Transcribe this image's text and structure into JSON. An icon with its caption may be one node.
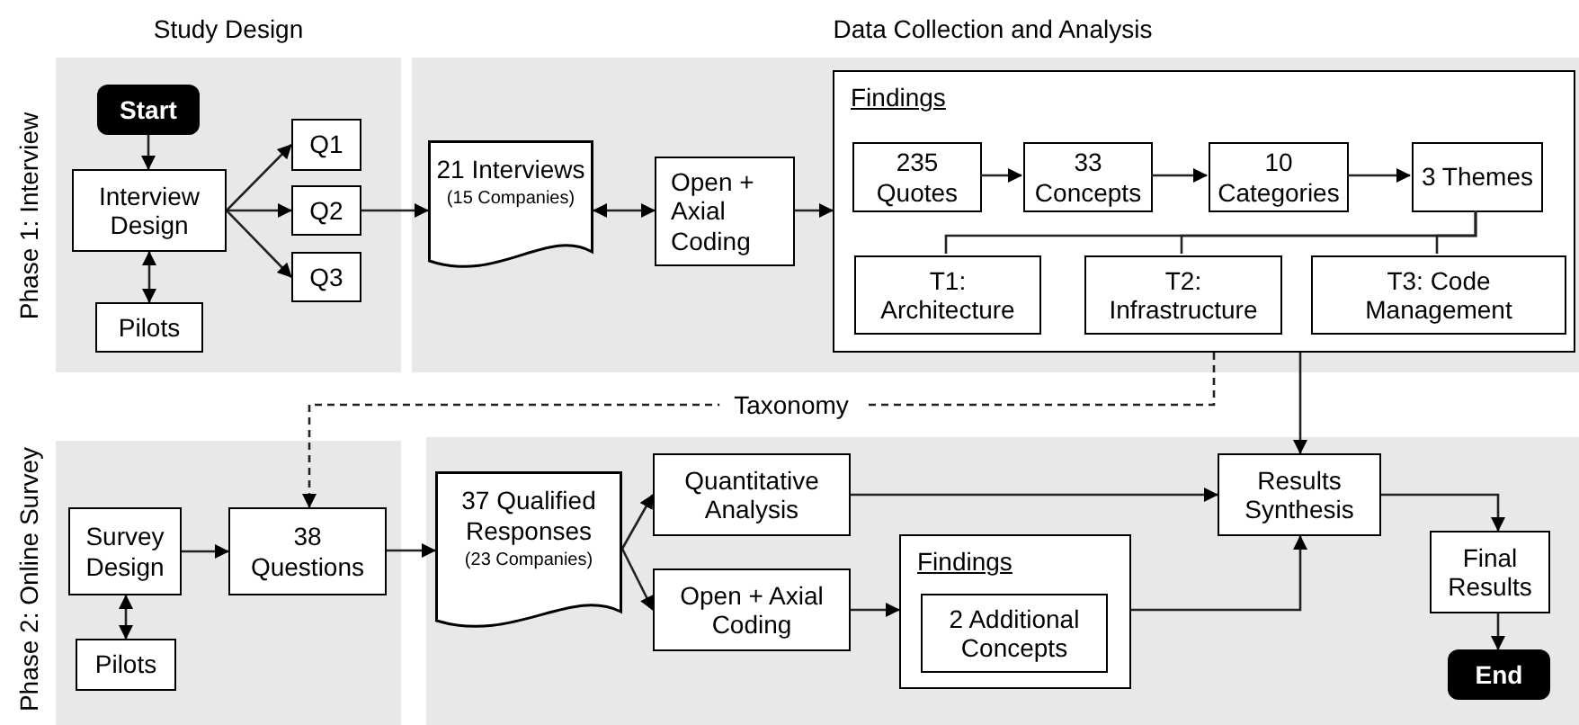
{
  "diagram": {
    "nodes": [
      {
        "text": [],
        "shape": "band"
      },
      {
        "text": [],
        "shape": "band"
      },
      {
        "text": [],
        "shape": "band"
      },
      {
        "text": [],
        "shape": "band"
      },
      {
        "text": [
          "Start"
        ],
        "in": 0
      },
      {
        "text": [
          "Interview Design"
        ],
        "in": 0
      },
      {
        "text": [
          "Pilots"
        ],
        "in": 0
      },
      {
        "text": [
          "Q1"
        ],
        "in": 0
      },
      {
        "text": [
          "Q2"
        ],
        "in": 0
      },
      {
        "text": [
          "Q3"
        ],
        "in": 0
      },
      {
        "text": [
          "21 Interviews",
          "(15 Companies)"
        ],
        "in": 1
      },
      {
        "text": [
          "Open + Axial Coding"
        ],
        "in": 1
      },
      {
        "text": [
          "Findings"
        ],
        "in": 1
      },
      {
        "text": [
          "235 Quotes"
        ],
        "in": 12
      },
      {
        "text": [
          "33 Concepts"
        ],
        "in": 12
      },
      {
        "text": [
          "10 Categories"
        ],
        "in": 12
      },
      {
        "text": [
          "3 Themes"
        ],
        "in": 12
      },
      {
        "text": [
          "T1: Architecture"
        ],
        "in": 12
      },
      {
        "text": [
          "T2: Infrastructure"
        ],
        "in": 12
      },
      {
        "text": [
          "T3: Code Management"
        ],
        "in": 12
      },
      {
        "text": [
          "Survey Design"
        ],
        "in": 2
      },
      {
        "text": [
          "Pilots"
        ],
        "in": 2
      },
      {
        "text": [
          "38 Questions"
        ],
        "in": 2
      },
      {
        "text": [
          "37 Qualified Responses",
          "(23 Companies)"
        ],
        "in": 3
      },
      {
        "text": [
          "Quantitative Analysis"
        ],
        "in": 3
      },
      {
        "text": [
          "Open + Axial Coding"
        ],
        "in": 3
      },
      {
        "text": [
          "Findings"
        ],
        "in": 3
      },
      {
        "text": [
          "2 Additional Concepts"
        ],
        "in": 26
      },
      {
        "text": [
          "Results Synthesis"
        ],
        "in": 3
      },
      {
        "text": [
          "Final Results"
        ],
        "in": 3
      },
      {
        "text": [
          "End"
        ],
        "in": 3
      }
    ],
    "edges": [
      {
        "from": 4,
        "to": 5,
        "arrow": "to"
      },
      {
        "from": 5,
        "to": 6,
        "arrow": "both"
      },
      {
        "from": 5,
        "to": 7,
        "arrow": "to"
      },
      {
        "from": 5,
        "to": 8,
        "arrow": "to"
      },
      {
        "from": 5,
        "to": 9,
        "arrow": "to"
      },
      {
        "from": 8,
        "to": 10,
        "arrow": "to"
      },
      {
        "from": 10,
        "to": 11,
        "arrow": "both"
      },
      {
        "from": 11,
        "to": 12,
        "arrow": "to"
      },
      {
        "from": 13,
        "to": 14,
        "arrow": "to"
      },
      {
        "from": 14,
        "to": 15,
        "arrow": "to"
      },
      {
        "from": 15,
        "to": 16,
        "arrow": "to"
      },
      {
        "from": 16,
        "to": 17,
        "arrow": "none"
      },
      {
        "from": 16,
        "to": 18,
        "arrow": "none"
      },
      {
        "from": 16,
        "to": 19,
        "arrow": "none"
      },
      {
        "from": 12,
        "to": 22,
        "arrow": "to",
        "label": "Taxonomy",
        "style": "dashed"
      },
      {
        "from": 12,
        "to": 28,
        "arrow": "to"
      },
      {
        "from": 20,
        "to": 22,
        "arrow": "to"
      },
      {
        "from": 20,
        "to": 21,
        "arrow": "both"
      },
      {
        "from": 22,
        "to": 23,
        "arrow": "to"
      },
      {
        "from": 23,
        "to": 24,
        "arrow": "to"
      },
      {
        "from": 23,
        "to": 25,
        "arrow": "to"
      },
      {
        "from": 25,
        "to": 26,
        "arrow": "to"
      },
      {
        "from": 24,
        "to": 28,
        "arrow": "to"
      },
      {
        "from": 26,
        "to": 28,
        "arrow": "to"
      },
      {
        "from": 28,
        "to": 29,
        "arrow": "to"
      },
      {
        "from": 29,
        "to": 30,
        "arrow": "to"
      }
    ],
    "labels": [
      "Study Design",
      "Data Collection and Analysis",
      "Phase 1: Interview",
      "Phase 2: Online Survey"
    ]
  }
}
